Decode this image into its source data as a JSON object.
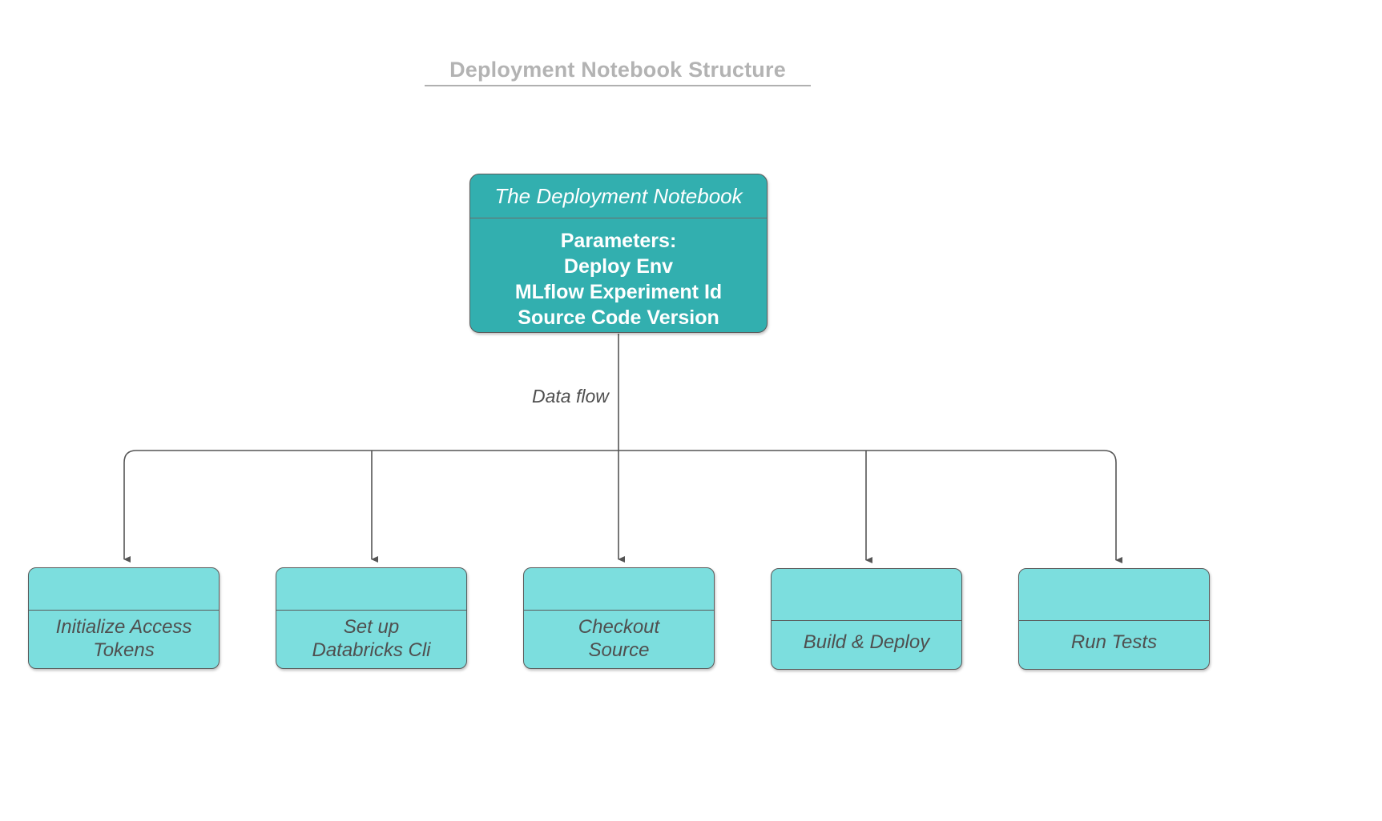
{
  "diagram": {
    "title": "Deployment Notebook Structure",
    "type": "flowchart",
    "colors": {
      "parent_fill": "#32afaf",
      "leaf_fill": "#7cdede",
      "stroke": "#5a5a5a",
      "title_color": "#b3b3b3",
      "leaf_text": "#4f4f4f",
      "parent_text": "#ffffff"
    },
    "parent_node": {
      "header": "The Deployment Notebook",
      "body_lines": [
        "Parameters:",
        "Deploy Env",
        "MLflow Experiment Id",
        "Source Code Version"
      ]
    },
    "edge_label": "Data flow",
    "leaf_nodes": [
      {
        "lines": [
          "Initialize Access",
          "Tokens"
        ]
      },
      {
        "lines": [
          "Set up",
          "Databricks Cli"
        ]
      },
      {
        "lines": [
          "Checkout",
          "Source"
        ]
      },
      {
        "lines": [
          "Build & Deploy"
        ]
      },
      {
        "lines": [
          "Run Tests"
        ]
      }
    ]
  }
}
